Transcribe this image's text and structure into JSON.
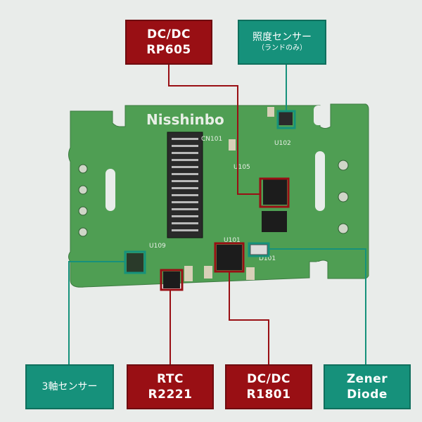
{
  "labels": {
    "dcdc_rp605": {
      "line1": "DC/DC",
      "line2": "RP605",
      "color": "#990f14"
    },
    "lux_sensor": {
      "line1": "照度センサー",
      "line2": "（ランドのみ）",
      "color": "#16917b"
    },
    "three_axis": {
      "line1": "3軸センサー",
      "color": "#16917b"
    },
    "rtc": {
      "line1": "RTC",
      "line2": "R2221",
      "color": "#990f14"
    },
    "dcdc_r1801": {
      "line1": "DC/DC",
      "line2": "R1801",
      "color": "#990f14"
    },
    "zener": {
      "line1": "Zener",
      "line2": "Diode",
      "color": "#16917b"
    }
  },
  "board": {
    "brand": "Nisshinbo",
    "silkscreen": [
      "CN101",
      "U105",
      "U102",
      "U109",
      "U101",
      "D101"
    ]
  }
}
